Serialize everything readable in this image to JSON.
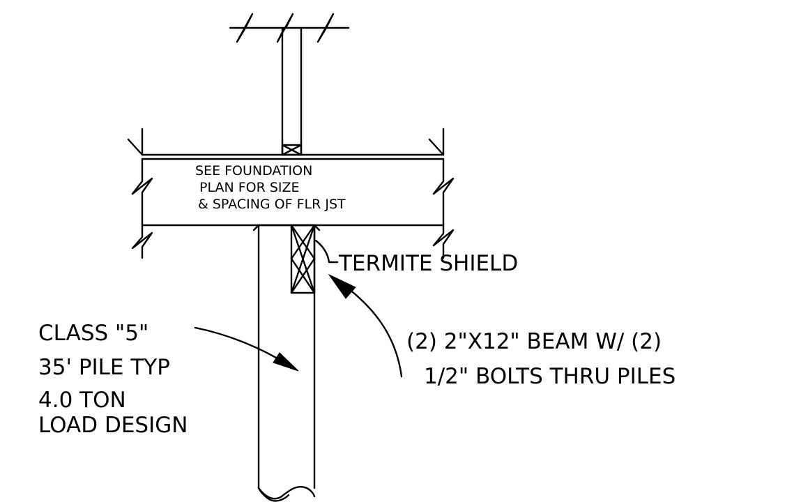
{
  "notes": {
    "floor_joist": [
      "SEE FOUNDATION",
      "PLAN FOR SIZE",
      "& SPACING OF FLR JST"
    ],
    "termite_shield": "TERMITE SHIELD",
    "beam": [
      "(2) 2\"X12\" BEAM W/  (2)",
      "1/2\" BOLTS THRU PILES"
    ],
    "pile": [
      "CLASS \"5\"",
      "35' PILE TYP",
      "4.0 TON",
      "LOAD DESIGN"
    ]
  }
}
